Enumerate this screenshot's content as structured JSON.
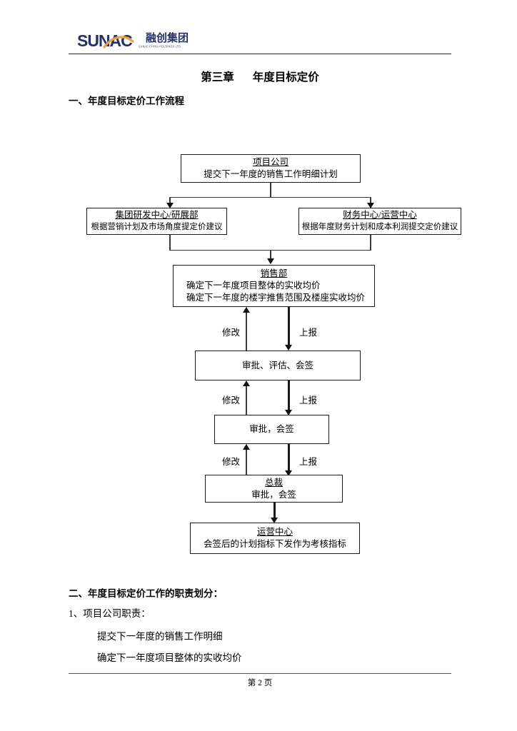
{
  "header": {
    "logo_word": "SUNAC",
    "logo_cn": "融创集团",
    "logo_sub": "SUNAC CHINA HOLDINGS LTD.",
    "brand_navy": "#25306b",
    "brand_gold": "#e8a33d"
  },
  "title": {
    "chapter": "第三章",
    "name": "年度目标定价"
  },
  "section1_heading": "一、年度目标定价工作流程",
  "flow": {
    "box_project": {
      "title": "项目公司",
      "line1": "提交下一年度的销售工作明细计划"
    },
    "box_rnd": {
      "title": "集团研发中心/研展部",
      "line1": "根据营销计划及市场角度提定价建议"
    },
    "box_finance": {
      "title": "财务中心/运营中心",
      "line1": "根据年度财务计划和成本利润提交定价建议"
    },
    "box_sales": {
      "title": "销售部",
      "line1": "确定下一年度项目整体的实收均价",
      "line2": "确定下一年度的楼宇推售范围及楼座实收均价"
    },
    "box_approval1": {
      "line1": "审批、评估、会签"
    },
    "box_approval2": {
      "line1": "审批，会签"
    },
    "box_president": {
      "title": "总裁",
      "line1": "审批，会签"
    },
    "box_operations": {
      "title": "运营中心",
      "line1": "会签后的计划指标下发作为考核指标"
    },
    "label_revise": "修改",
    "label_report": "上报"
  },
  "section2": {
    "heading": "二、年度目标定价工作的职责划分：",
    "item1": "1、项目公司职责：",
    "item1_sub1": "提交下一年度的销售工作明细",
    "item1_sub2": "确定下一年度项目整体的实收均价"
  },
  "footer": {
    "page": "第 2 页"
  }
}
